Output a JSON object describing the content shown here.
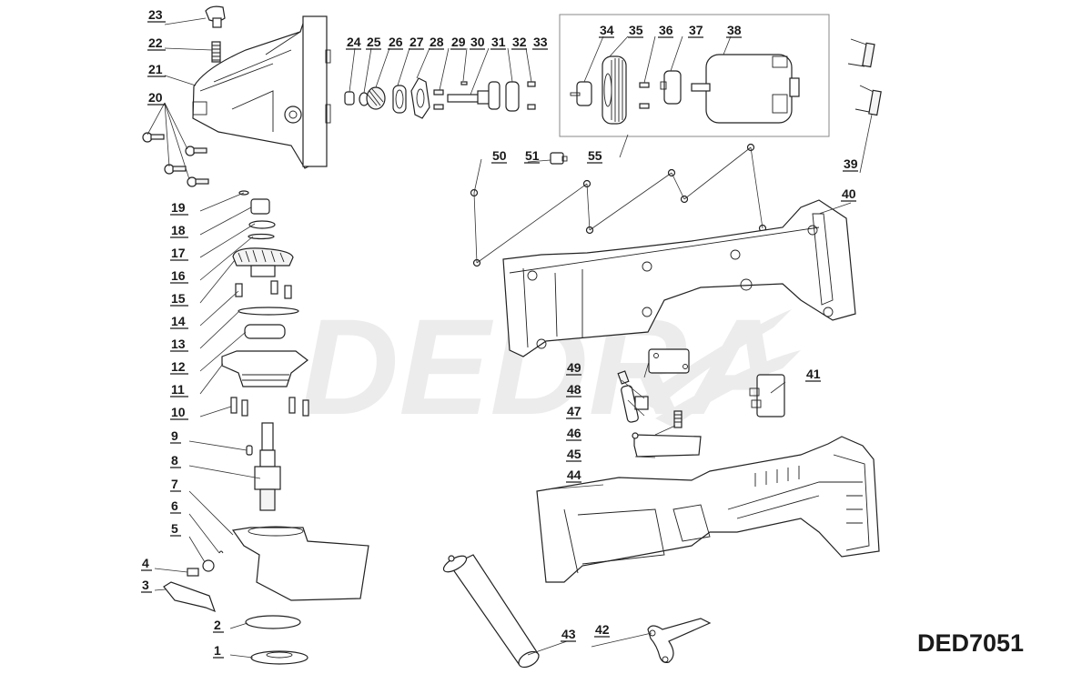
{
  "watermark": "DEDRA",
  "model": "DED7051",
  "colors": {
    "line": "#222222",
    "watermark": "#ececec",
    "label": "#1a1a1a"
  },
  "labels": {
    "p1": "1",
    "p2": "2",
    "p3": "3",
    "p4": "4",
    "p5": "5",
    "p6": "6",
    "p7": "7",
    "p8": "8",
    "p9": "9",
    "p10": "10",
    "p11": "11",
    "p12": "12",
    "p13": "13",
    "p14": "14",
    "p15": "15",
    "p16": "16",
    "p17": "17",
    "p18": "18",
    "p19": "19",
    "p20": "20",
    "p21": "21",
    "p22": "22",
    "p23": "23",
    "p24": "24",
    "p25": "25",
    "p26": "26",
    "p27": "27",
    "p28": "28",
    "p29": "29",
    "p30": "30",
    "p31": "31",
    "p32": "32",
    "p33": "33",
    "p34": "34",
    "p35": "35",
    "p36": "36",
    "p37": "37",
    "p38": "38",
    "p39": "39",
    "p40": "40",
    "p41": "41",
    "p42": "42",
    "p43": "43",
    "p44": "44",
    "p45": "45",
    "p46": "46",
    "p47": "47",
    "p48": "48",
    "p49": "49",
    "p50": "50",
    "p51": "51",
    "p55": "55"
  }
}
